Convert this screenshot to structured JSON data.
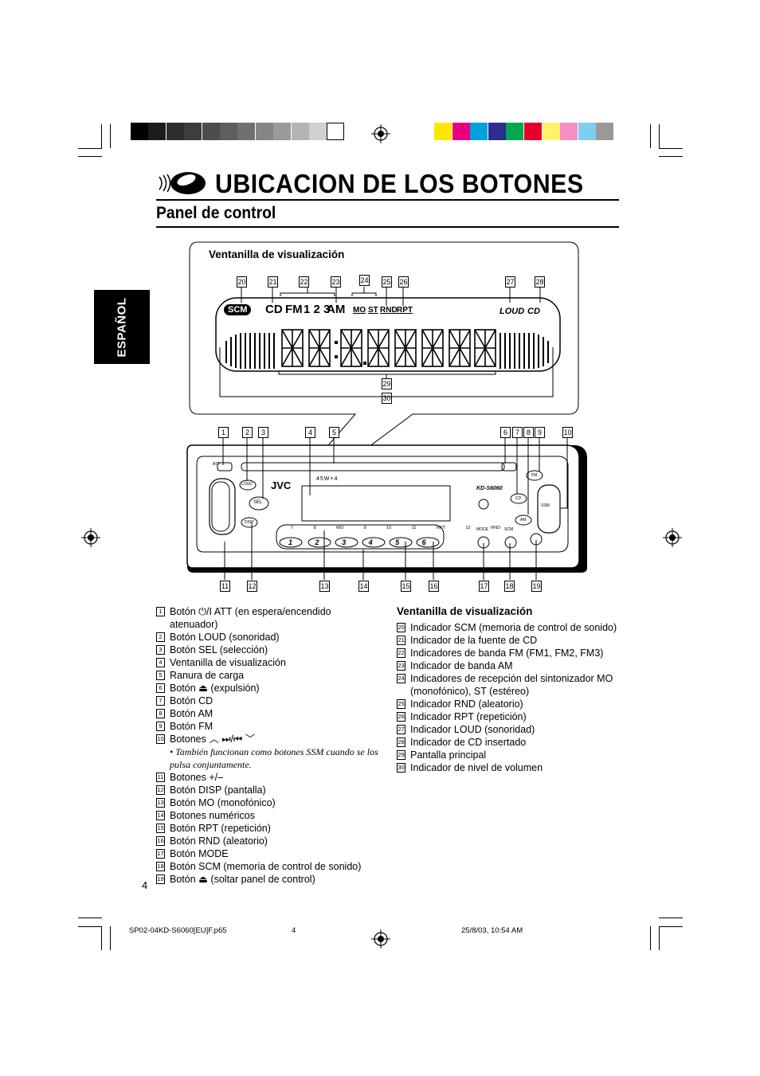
{
  "title": "UBICACION DE LOS BOTONES",
  "subtitle": "Panel de control",
  "language_tab": "ESPAÑOL",
  "display_callout": {
    "heading": "Ventanilla de visualización",
    "numbers": [
      "20",
      "21",
      "22",
      "23",
      "24",
      "25",
      "26",
      "27",
      "28",
      "29",
      "30"
    ],
    "indicators": {
      "scm": "SCM",
      "cd": "CD",
      "fm": "FM",
      "bands": "1 2 3",
      "am": "AM",
      "mo": "MO",
      "st": "ST",
      "rnd": "RND",
      "rpt": "RPT",
      "loud": "LOUD",
      "cd_in": "CD"
    }
  },
  "unit": {
    "callout_numbers_top": [
      "1",
      "2",
      "3",
      "4",
      "5",
      "6",
      "7",
      "8",
      "9",
      "10"
    ],
    "callout_numbers_bottom": [
      "11",
      "12",
      "13",
      "14",
      "15",
      "16",
      "17",
      "18",
      "19"
    ],
    "brand": "JVC",
    "model": "KD-S6060",
    "power": "45W×4",
    "buttons": {
      "loud": "LOUD",
      "sel": "SEL",
      "disp": "DISP",
      "fm": "FM",
      "cd": "CD",
      "am": "AM",
      "ssm": "SSM",
      "mode": "MODE",
      "scm": "SCM"
    },
    "preset_labels": [
      "7",
      "8 MO",
      "9",
      "10",
      "11 RPT",
      "12 RND"
    ],
    "presets": [
      "1",
      "2",
      "3",
      "4",
      "5",
      "6"
    ],
    "att_label": "ATT"
  },
  "left_list": [
    {
      "n": "1",
      "text": "Botón ⏻/I ATT (en espera/encendido atenuador)"
    },
    {
      "n": "2",
      "text": "Botón LOUD (sonoridad)"
    },
    {
      "n": "3",
      "text": "Botón SEL (selección)"
    },
    {
      "n": "4",
      "text": "Ventanilla de visualización"
    },
    {
      "n": "5",
      "text": "Ranura de carga"
    },
    {
      "n": "6",
      "text": "Botón ⏏ (expulsión)"
    },
    {
      "n": "7",
      "text": "Botón CD"
    },
    {
      "n": "8",
      "text": "Botón AM"
    },
    {
      "n": "9",
      "text": "Botón FM"
    },
    {
      "n": "10",
      "text": "Botones ︿ ⏭/⏮ ﹀"
    }
  ],
  "left_note": "• También funcionan como botones SSM cuando se los pulsa conjuntamente.",
  "left_list2": [
    {
      "n": "11",
      "text": "Botones +/–"
    },
    {
      "n": "12",
      "text": "Botón DISP (pantalla)"
    },
    {
      "n": "13",
      "text": "Botón MO (monofónico)"
    },
    {
      "n": "14",
      "text": "Botones numéricos"
    },
    {
      "n": "15",
      "text": "Botón RPT (repetición)"
    },
    {
      "n": "16",
      "text": "Botón RND (aleatorio)"
    },
    {
      "n": "17",
      "text": "Botón MODE"
    },
    {
      "n": "18",
      "text": "Botón SCM (memoria de control de sonido)"
    },
    {
      "n": "19",
      "text": "Botón ⏏ (soltar panel de control)"
    }
  ],
  "right_heading": "Ventanilla de visualización",
  "right_list": [
    {
      "n": "20",
      "text": "Indicador SCM (memoria de control de sonido)"
    },
    {
      "n": "21",
      "text": "Indicador de la fuente de CD"
    },
    {
      "n": "22",
      "text": "Indicadores de banda FM (FM1, FM2, FM3)"
    },
    {
      "n": "23",
      "text": "Indicador de banda AM"
    },
    {
      "n": "24",
      "text": "Indicadores de recepción del sintonizador MO (monofónico), ST (estéreo)"
    },
    {
      "n": "25",
      "text": "Indicador RND (aleatorio)"
    },
    {
      "n": "26",
      "text": "Indicador RPT (repetición)"
    },
    {
      "n": "27",
      "text": "Indicador LOUD (sonoridad)"
    },
    {
      "n": "28",
      "text": "Indicador de CD insertado"
    },
    {
      "n": "29",
      "text": "Pantalla principal"
    },
    {
      "n": "30",
      "text": "Indicador de nivel de volumen"
    }
  ],
  "page_number": "4",
  "footer": {
    "file": "SP02-04KD-S6060[EU]F.p65",
    "page": "4",
    "date": "25/8/03, 10:54 AM"
  },
  "colors": {
    "grays": [
      "#000000",
      "#1c1c1c",
      "#2e2e2e",
      "#3d3d3d",
      "#4d4d4d",
      "#5e5e5e",
      "#707070",
      "#858585",
      "#9a9a9a",
      "#b4b4b4",
      "#d0d0d0",
      "#ffffff"
    ],
    "process": [
      "#ffe600",
      "#e6007e",
      "#00a0e0",
      "#2a2e8c",
      "#00a650",
      "#e4002b",
      "#fff46c",
      "#f48fc6",
      "#7fcdf0",
      "#999999"
    ]
  }
}
